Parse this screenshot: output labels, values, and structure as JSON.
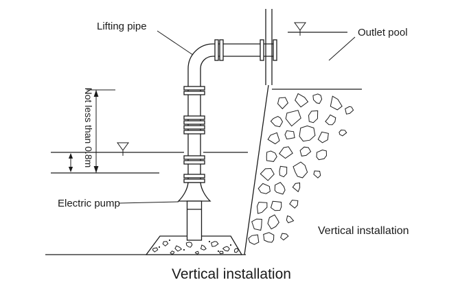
{
  "diagram": {
    "caption": "Vertical installation",
    "labels": {
      "lifting_pipe": "Lifting pipe",
      "outlet_pool": "Outlet pool",
      "depth_note": "Not less than 0.8m",
      "electric_pump": "Electric pump",
      "embankment_note": "Vertical installation"
    },
    "colors": {
      "line": "#1a1a1a",
      "background": "#ffffff"
    }
  }
}
